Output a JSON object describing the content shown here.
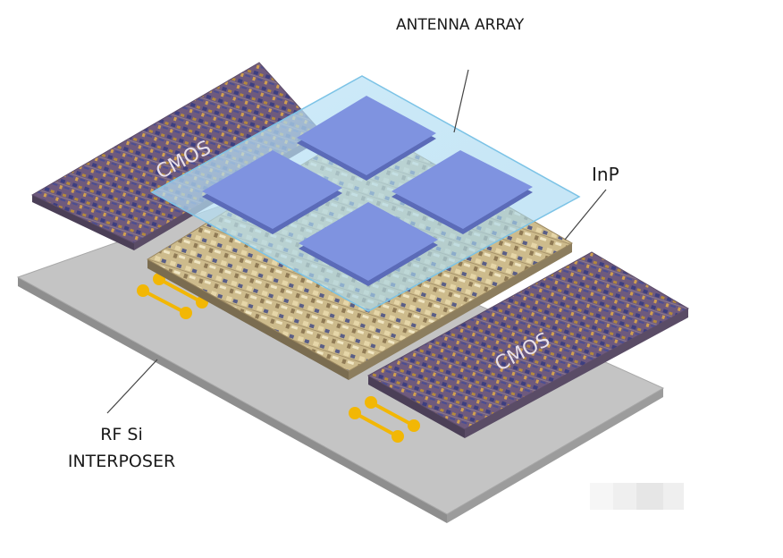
{
  "labels": {
    "antenna_array": "ANTENNA ARRAY",
    "inp": "InP",
    "cmos_left": "CMOS",
    "cmos_right": "CMOS",
    "interposer_line1": "RF Si",
    "interposer_line2": "INTERPOSER"
  },
  "colors": {
    "interposer_top": "#c4c4c4",
    "interposer_side": "#8e8e8e",
    "cmos_die": "#6b5a78",
    "inp_die": "#c9b98a",
    "antenna_layer": "#a9d9f2",
    "antenna_patch": "#7f93e0",
    "trace": "#f2b705"
  }
}
